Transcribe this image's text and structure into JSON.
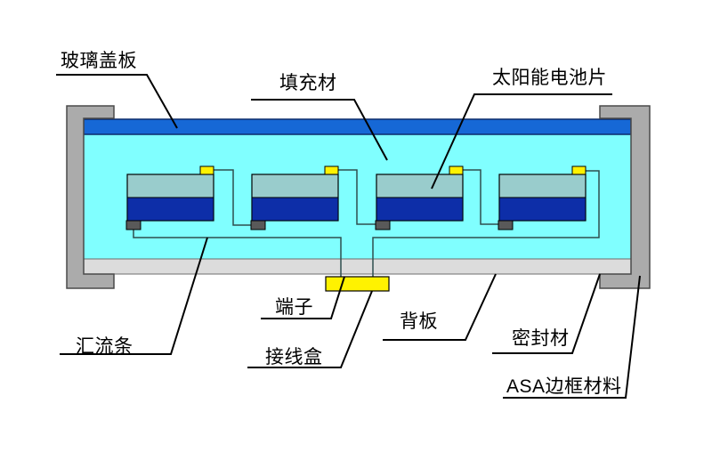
{
  "diagram": {
    "type": "solar-panel-module-cross-section",
    "cell_count": 4,
    "labels": {
      "glass_cover": {
        "text": "玻璃盖板"
      },
      "encapsulant": {
        "text": "填充材"
      },
      "solar_cell": {
        "text": "太阳能电池片"
      },
      "busbar": {
        "text": "汇流条"
      },
      "terminal": {
        "text": "端子"
      },
      "junction_box": {
        "text": "接线盒"
      },
      "backsheet": {
        "text": "背板"
      },
      "sealant": {
        "text": "密封材"
      },
      "asa_frame": {
        "text": "ASA边框材料"
      }
    },
    "colors": {
      "background": "#FFFFFF",
      "glass_blue": "#1668D6",
      "encapsulant_cyan": "#80FFFF",
      "backsheet_gray": "#DCDCDC",
      "frame_gray": "#ABABAB",
      "cell_top_teal": "#99CCCC",
      "cell_bottom_blue": "#0D2EA8",
      "tab_yellow": "#FFF200",
      "electrode_dark": "#595959",
      "junction_yellow": "#FFF200",
      "wire": "#2F4F4F",
      "leader_line": "#000000",
      "label_text": "#000000"
    }
  }
}
